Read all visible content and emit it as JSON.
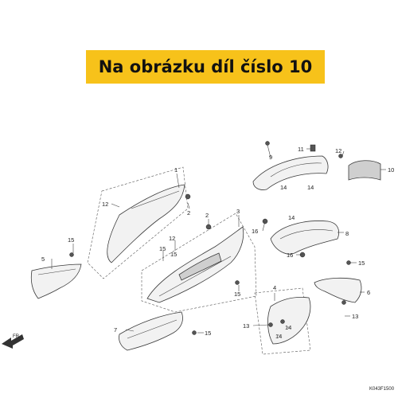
{
  "banner": {
    "text": "Na obrázku díl číslo 10",
    "background": "#f7c21a"
  },
  "diagram": {
    "code": "K043F1500",
    "front_arrow": "FR.",
    "labels": {
      "p1": "1",
      "p2a": "2",
      "p2b": "2",
      "p3": "3",
      "p4": "4",
      "p5": "5",
      "p6": "6",
      "p7": "7",
      "p8": "8",
      "p9": "9",
      "p10": "10",
      "p11": "11",
      "p12a": "12",
      "p12b": "12",
      "p12c": "12",
      "p13a": "13",
      "p13b": "13",
      "p14a": "14",
      "p14b": "14",
      "p14c": "14",
      "p14d": "14",
      "p15a": "15",
      "p15b": "15",
      "p15c": "15",
      "p15d": "15",
      "p15e": "15",
      "p15f": "15",
      "p16a": "16",
      "p16b": "16"
    }
  }
}
